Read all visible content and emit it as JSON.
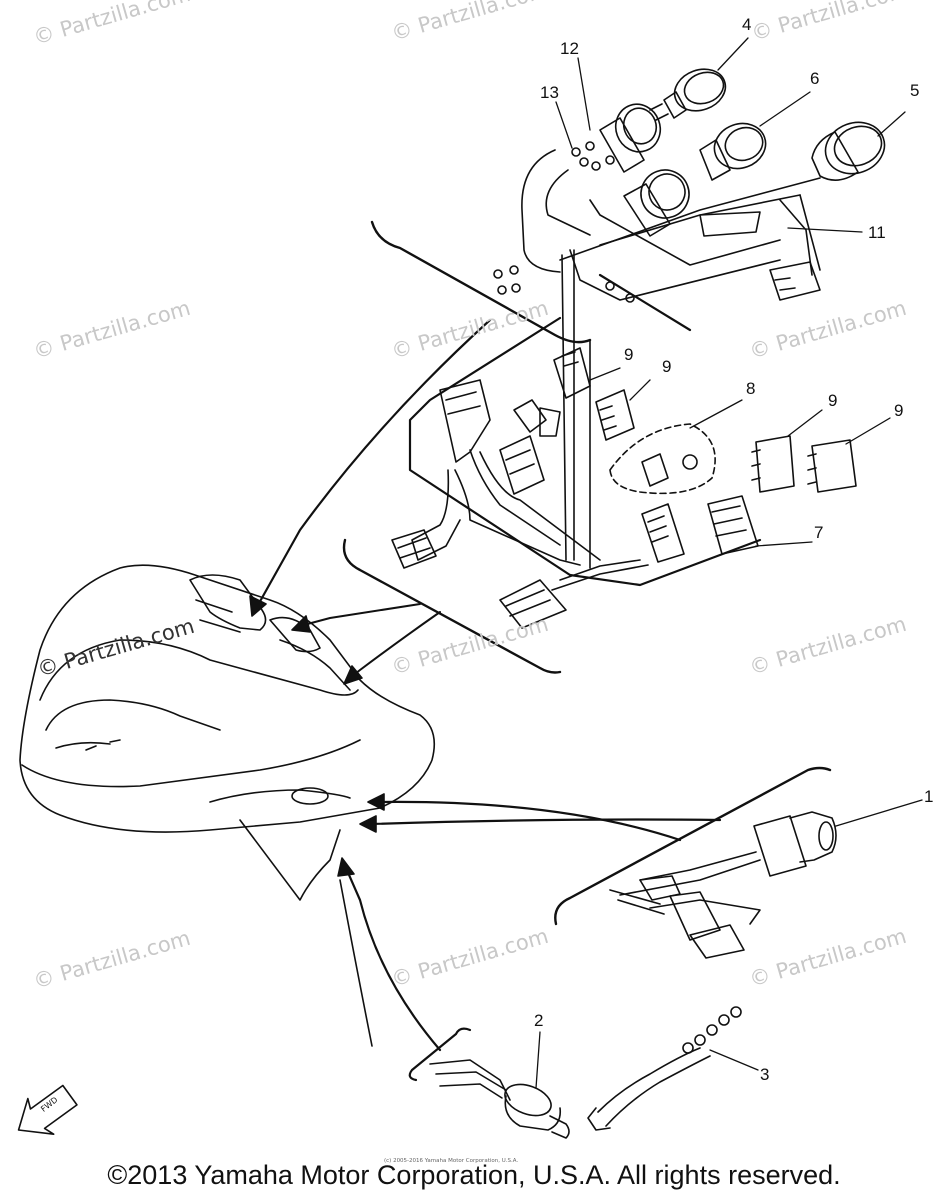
{
  "watermarks": [
    "© Partzilla.com",
    "© Partzilla.com",
    "© Partzilla.com",
    "© Partzilla.com",
    "© Partzilla.com",
    "© Partzilla.com",
    "© Partzilla.com",
    "© Partzilla.com",
    "© Partzilla.com",
    "© Partzilla.com",
    "© Partzilla.com",
    "© Partzilla.com"
  ],
  "callouts": {
    "c1": "1",
    "c2": "2",
    "c3": "3",
    "c4": "4",
    "c5": "5",
    "c6": "6",
    "c7": "7",
    "c8": "8",
    "c9a": "9",
    "c9b": "9",
    "c9c": "9",
    "c9d": "9",
    "c11": "11",
    "c12": "12",
    "c13": "13"
  },
  "fwd_label": "FWD",
  "small_notice": "(c) 2005-2016 Yamaha Motor Corporation, U.S.A.",
  "copyright": "©2013 Yamaha Motor Corporation, U.S.A. All rights reserved.",
  "colors": {
    "line": "#111111",
    "watermark": "#c8c8c8"
  }
}
